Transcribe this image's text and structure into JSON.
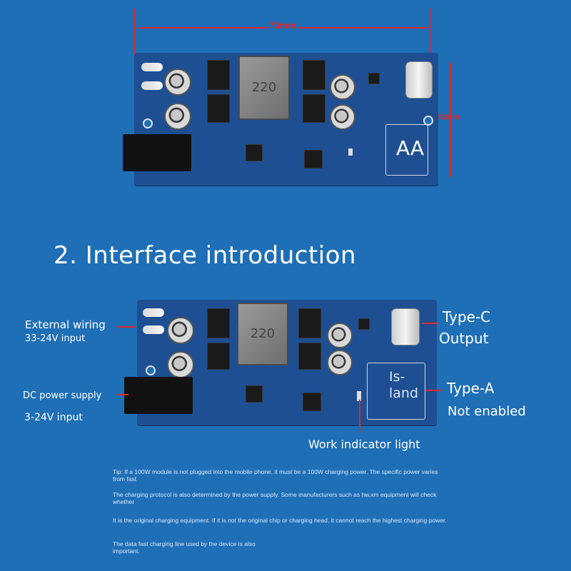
{
  "top_board": {
    "width_label": "73mm",
    "height_label": "31mm",
    "inductor_mark": "220",
    "typea_mark": "AA"
  },
  "section_title": "2. Interface introduction",
  "bottom_board": {
    "inductor_mark": "220",
    "typea_mark": "Is-\nland"
  },
  "callouts": {
    "external_wiring": "External wiring",
    "external_wiring_input": "33-24V input",
    "dc_power": "DC power supply",
    "dc_power_input": "3-24V input",
    "typec_line1": "Type-C",
    "typec_line2": "Output",
    "typea": "Type-A",
    "not_enabled": "Not enabled",
    "work_light": "Work indicator light"
  },
  "tips": [
    "Tip: If a 100W module is not plugged into the mobile phone, it must be a 100W charging power. The specific power varies from fast",
    "The charging protocol is also determined by the power supply. Some manufacturers such as hw,xm equipment will check whether",
    "It is the original charging equipment. If it is not the original chip or charging head, it cannot reach the highest charging power.",
    "The data fast charging line used by the device is also important."
  ],
  "colors": {
    "background": "#1f6fb7",
    "pcb": "#1e4f92",
    "dimension_red": "#e32626",
    "text": "#ffffff"
  }
}
